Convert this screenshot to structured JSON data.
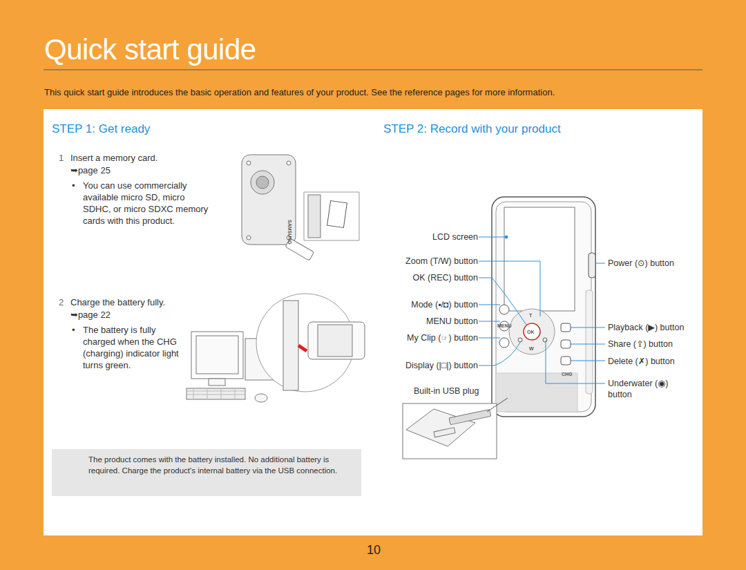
{
  "diagram": {
    "title": "Quick start guide",
    "nodes": [
      {
        "text": [
          "The product comes with the battery installed. No additional battery is required. Charge the product's internal battery via the USB connection."
        ]
      }
    ],
    "labels": [
      "This quick start guide introduces the basic operation and features of your product. See the reference pages for more information.",
      "STEP 1: Get ready",
      "STEP 2: Record with your product",
      "1",
      "Insert a memory card.",
      "➥page 25",
      "•",
      "You can use commercially available micro SD, micro SDHC, or micro SDXC memory cards with this product.",
      "2",
      "Charge the battery fully.",
      "➥page 22",
      "•",
      "The battery is fully charged when the CHG (charging) indicator light turns green.",
      "LCD screen",
      "Zoom (T/W) button",
      "OK (REC) button",
      "Mode (▪/◘) button",
      "MENU button",
      "My Clip (☞) button",
      "Display (|□|) button",
      "Built-in USB plug",
      "Power (⊙) button",
      "Playback (▶) button",
      "Share (⇪) button",
      "Delete (✗) button",
      "Underwater (◉) button",
      "10",
      "OK",
      "MENU",
      "CHG",
      "T",
      "W",
      "SAMSUNG"
    ]
  }
}
